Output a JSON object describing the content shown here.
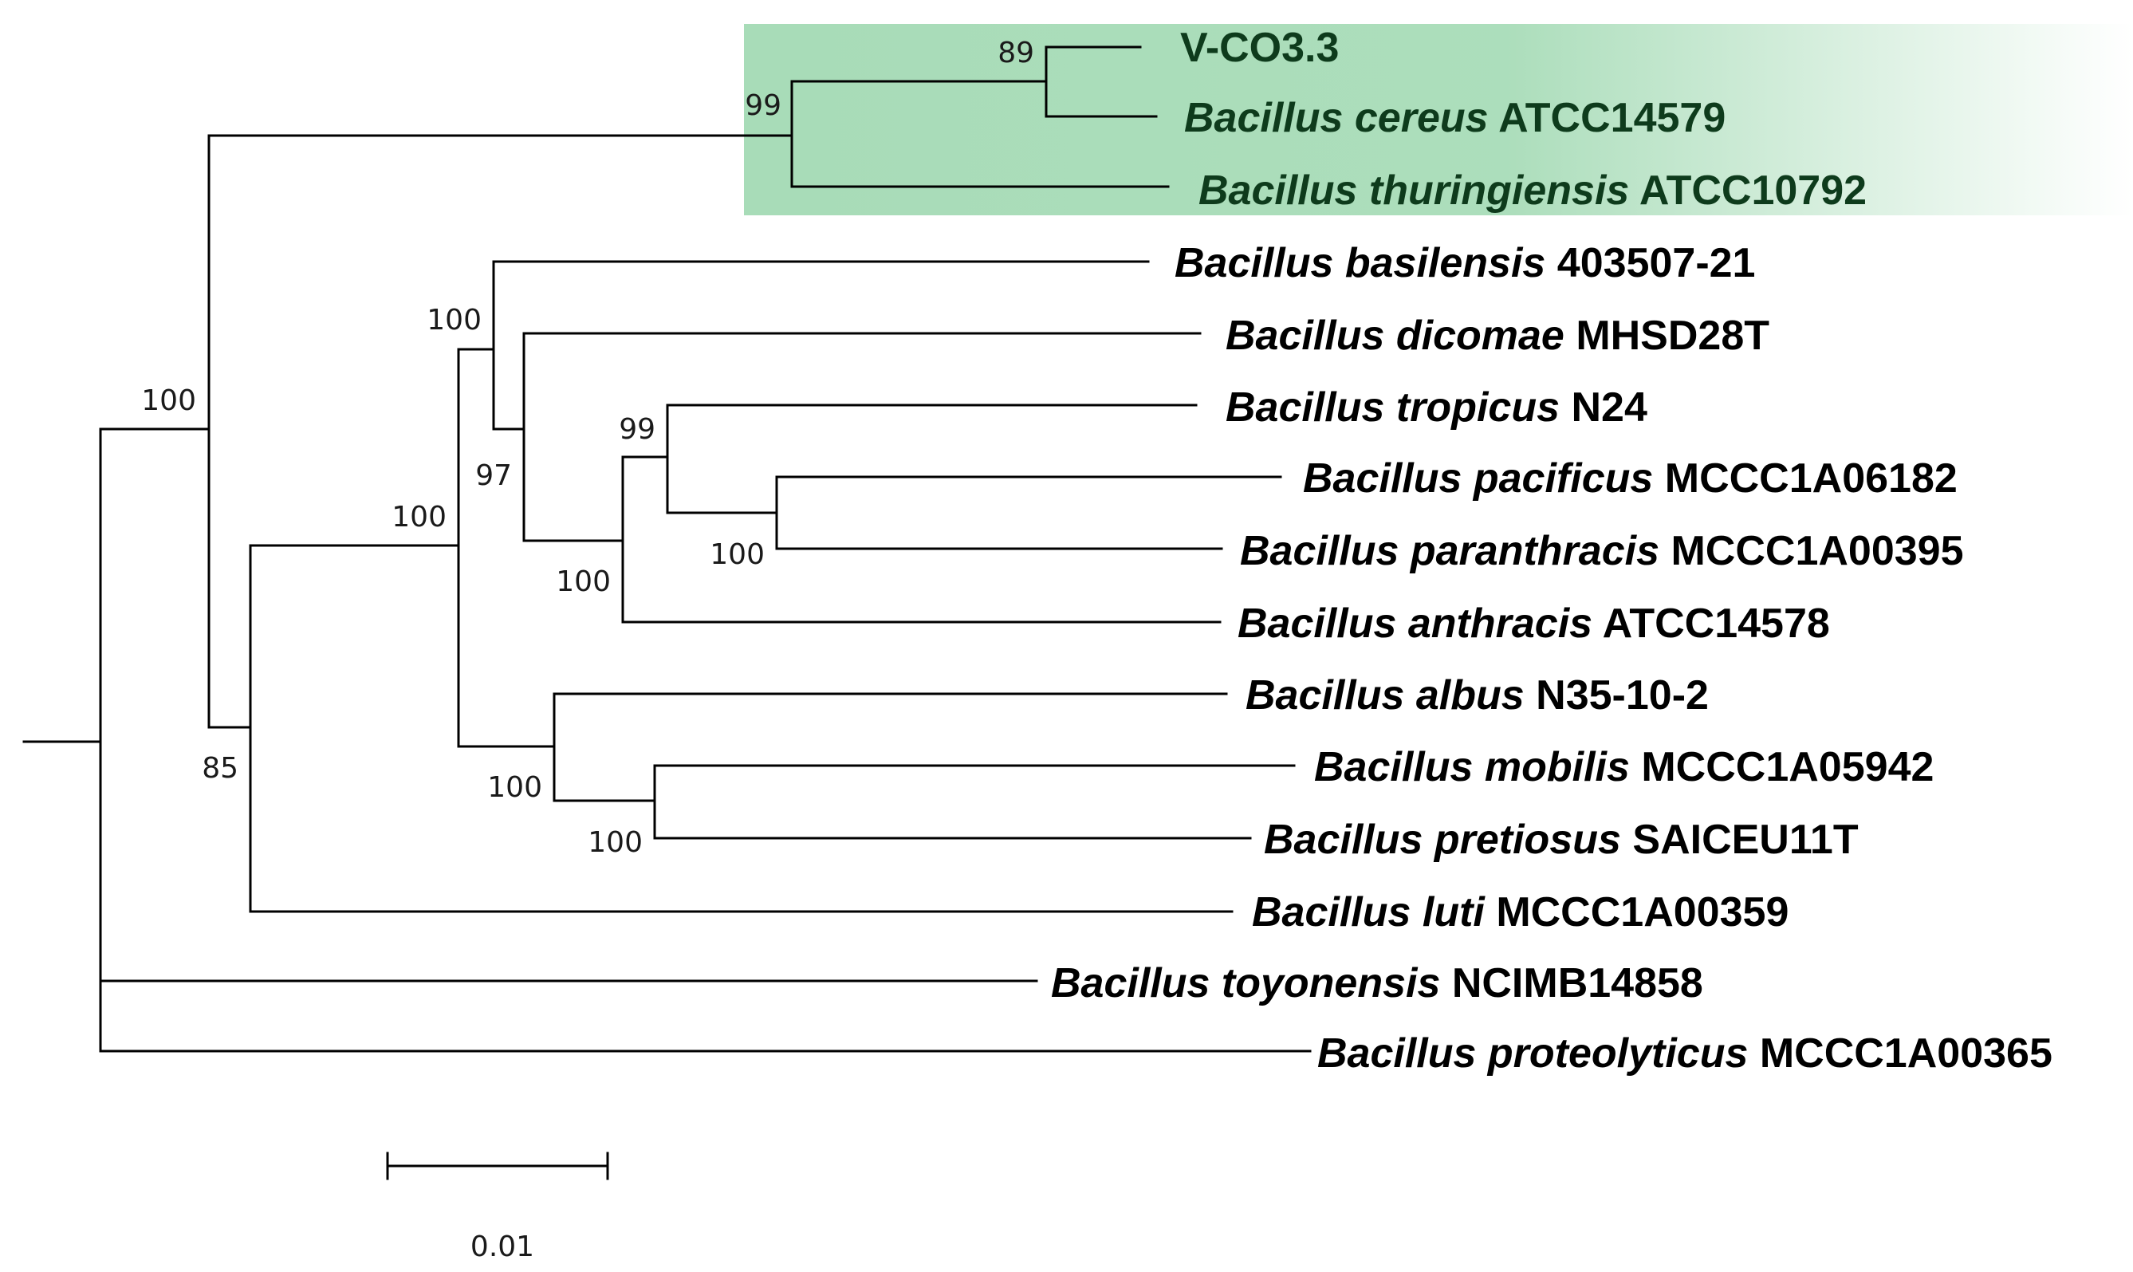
{
  "tree": {
    "highlight_color": "#a8dcb8",
    "highlight_text_color": "#0e3b1c",
    "taxa": [
      {
        "id": "vco",
        "genus": "",
        "species": "",
        "strain": "V-CO3.3",
        "highlighted": true
      },
      {
        "id": "cereus",
        "genus": "Bacillus",
        "species": "cereus",
        "strain": "ATCC14579",
        "highlighted": true
      },
      {
        "id": "thuringiensis",
        "genus": "Bacillus",
        "species": "thuringiensis",
        "strain": "ATCC10792",
        "highlighted": true
      },
      {
        "id": "basilensis",
        "genus": "Bacillus",
        "species": "basilensis",
        "strain": "403507-21",
        "highlighted": false
      },
      {
        "id": "dicomae",
        "genus": "Bacillus",
        "species": "dicomae",
        "strain": "MHSD28T",
        "highlighted": false
      },
      {
        "id": "tropicus",
        "genus": "Bacillus",
        "species": "tropicus",
        "strain": "N24",
        "highlighted": false
      },
      {
        "id": "pacificus",
        "genus": "Bacillus",
        "species": "pacificus",
        "strain": "MCCC1A06182",
        "highlighted": false
      },
      {
        "id": "paranthracis",
        "genus": "Bacillus",
        "species": "paranthracis",
        "strain": "MCCC1A00395",
        "highlighted": false
      },
      {
        "id": "anthracis",
        "genus": "Bacillus",
        "species": "anthracis",
        "strain": "ATCC14578",
        "highlighted": false
      },
      {
        "id": "albus",
        "genus": "Bacillus",
        "species": "albus",
        "strain": "N35-10-2",
        "highlighted": false
      },
      {
        "id": "mobilis",
        "genus": "Bacillus",
        "species": "mobilis",
        "strain": "MCCC1A05942",
        "highlighted": false
      },
      {
        "id": "pretiosus",
        "genus": "Bacillus",
        "species": "pretiosus",
        "strain": "SAICEU11T",
        "highlighted": false
      },
      {
        "id": "luti",
        "genus": "Bacillus",
        "species": "luti",
        "strain": "MCCC1A00359",
        "highlighted": false
      },
      {
        "id": "toyonensis",
        "genus": "Bacillus",
        "species": "toyonensis",
        "strain": "NCIMB14858",
        "highlighted": false
      },
      {
        "id": "proteolyticus",
        "genus": "Bacillus",
        "species": "proteolyticus",
        "strain": "MCCC1A00365",
        "highlighted": false
      }
    ],
    "bootstrap": [
      {
        "node": "vco-cereus",
        "value": "89"
      },
      {
        "node": "cereus-group",
        "value": "99"
      },
      {
        "node": "main-clade",
        "value": "100"
      },
      {
        "node": "basilensis-group",
        "value": "100"
      },
      {
        "node": "dicomae-group",
        "value": "97"
      },
      {
        "node": "tropicus-group",
        "value": "99"
      },
      {
        "node": "pacificus-paranthracis",
        "value": "100"
      },
      {
        "node": "anthracis-group",
        "value": "100"
      },
      {
        "node": "big-subclade",
        "value": "100"
      },
      {
        "node": "albus-group",
        "value": "100"
      },
      {
        "node": "mobilis-pretiosus",
        "value": "100"
      },
      {
        "node": "luti-group",
        "value": "85"
      }
    ],
    "scale_bar": {
      "label": "0.01"
    }
  }
}
